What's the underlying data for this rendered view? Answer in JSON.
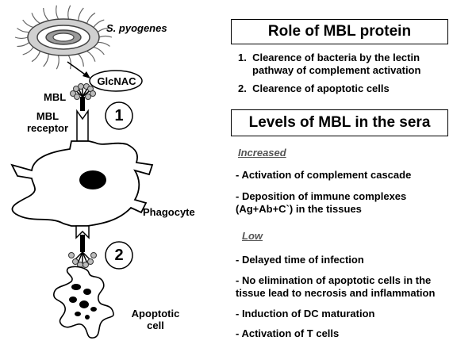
{
  "left": {
    "bacterium_label": "S. pyogenes",
    "glcnac_label": "GlcNAC",
    "mbl_label": "MBL",
    "mbl_receptor_label": "MBL\nreceptor",
    "phagocyte_label": "Phagocyte",
    "apoptotic_label": "Apoptotic\ncell",
    "step1": "1",
    "step2": "2"
  },
  "right": {
    "role_title": "Role of MBL protein",
    "roles": [
      "1.  Clearence of bacteria by the lectin\n     pathway of complement activation",
      "2.  Clearence of apoptotic cells"
    ],
    "levels_title": "Levels of MBL in the sera",
    "increased_heading": "Increased",
    "increased_items": [
      "- Activation of complement cascade",
      "- Deposition of immune complexes\n(Ag+Ab+C`) in the tissues"
    ],
    "low_heading": "Low",
    "low_items": [
      "- Delayed time of infection",
      "- No elimination of apoptotic cells in the\ntissue lead to necrosis and inflammation",
      "- Induction of DC maturation",
      "- Activation of T cells"
    ]
  }
}
